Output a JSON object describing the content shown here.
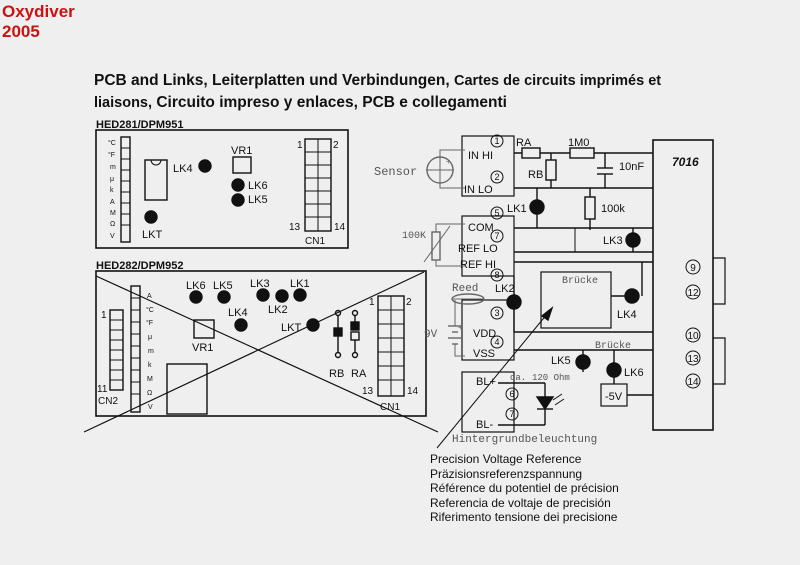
{
  "brand": {
    "name": "Oxydiver",
    "year": "2005"
  },
  "heading": {
    "part1": "PCB and Links, Leiterplatten und Verbindungen,",
    "part2": "Cartes de circuits imprimés et",
    "part3": "liaisons,",
    "part4": "Circuito impreso y enlaces, PCB e collegamenti"
  },
  "board1": {
    "label": "HED281/DPM951",
    "side_units": [
      "°C",
      "°F",
      "m",
      "μ",
      "k",
      "A",
      "M",
      "Ω",
      "V"
    ],
    "lk4": "LK4",
    "vr1": "VR1",
    "lk6": "LK6",
    "lk5": "LK5",
    "lkt": "LKT",
    "connector": {
      "label": "CN1",
      "pin1": "1",
      "pin2": "2",
      "pin13": "13",
      "pin14": "14"
    }
  },
  "board2": {
    "label": "HED282/DPM952",
    "side_units": [
      "A",
      "°C",
      "°F",
      "μ",
      "m",
      "k",
      "M",
      "Ω",
      "V"
    ],
    "links": {
      "lk6": "LK6",
      "lk5": "LK5",
      "lk3": "LK3",
      "lk1": "LK1",
      "lk2": "LK2",
      "lk4": "LK4",
      "lkt": "LKT"
    },
    "vr1": "VR1",
    "rb": "RB",
    "ra": "RA",
    "cn1": {
      "label": "CN1",
      "pin1": "1",
      "pin2": "2",
      "pin13": "13",
      "pin14": "14"
    },
    "cn2": {
      "label": "CN2",
      "pin1": "1",
      "pin11": "11"
    }
  },
  "schematic": {
    "sensor": "Sensor",
    "pins": [
      {
        "num": "1",
        "label": "IN HI"
      },
      {
        "num": "2",
        "label": "IN LO"
      },
      {
        "num": "5",
        "label": "COM"
      },
      {
        "num": "7",
        "label": "REF LO"
      },
      {
        "num": "8",
        "label": "REF HI"
      },
      {
        "num": "3",
        "label": "VDD"
      },
      {
        "num": "4",
        "label": "VSS"
      },
      {
        "num": "6",
        "label": "BL+"
      },
      {
        "num": "7",
        "label": "BL-"
      }
    ],
    "ra": "RA",
    "r1m0": "1M0",
    "cap": "10nF",
    "rb": "RB",
    "r100k": "100k",
    "pot": "100K",
    "lk1": "LK1",
    "lk2": "LK2",
    "lk3": "LK3",
    "lk4": "LK4",
    "lk5": "LK5",
    "lk6": "LK6",
    "reed": "Reed",
    "battery": "9V",
    "bruecke1": "Brücke",
    "bruecke2": "Brücke",
    "ca": "ca.",
    "r120": "120 Ohm",
    "backlight": "Hintergrundbeleuchtung",
    "chip": "7016",
    "neg5v": "-5V",
    "right_pins": [
      "9",
      "12",
      "10",
      "13",
      "14"
    ]
  },
  "legend": [
    "Precision Voltage Reference",
    "Präzisionsreferenzspannung",
    "Référence du potentiel de précision",
    "Referencia de voltaje de precisión",
    "Riferimento tensione dei precisione"
  ]
}
